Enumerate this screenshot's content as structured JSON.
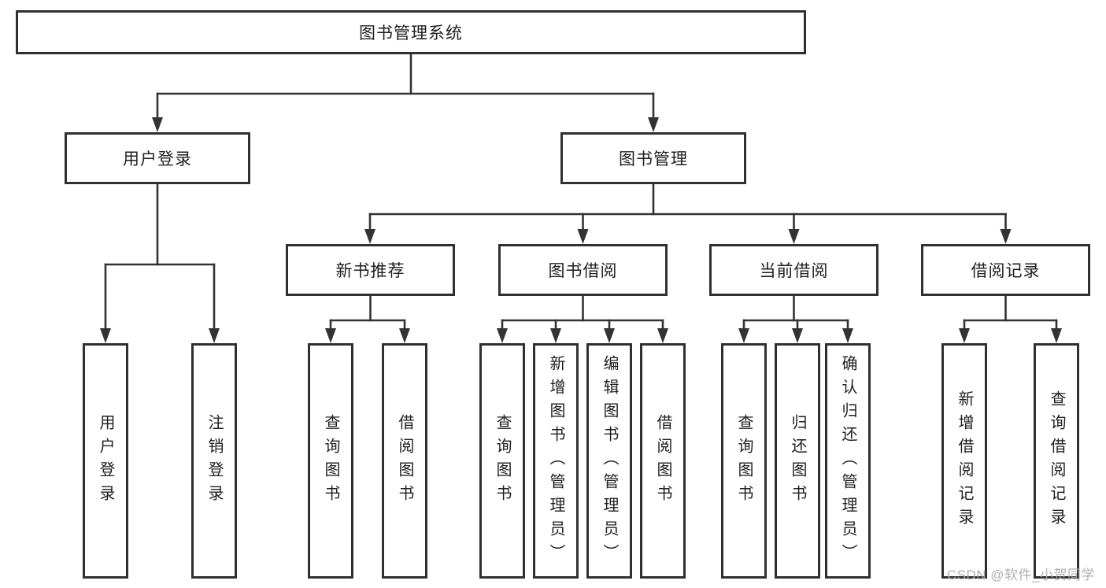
{
  "diagram": {
    "tree": {
      "label": "图书管理系统",
      "children": [
        {
          "label": "用户登录",
          "children": [
            {
              "label": "用户登录"
            },
            {
              "label": "注销登录"
            }
          ]
        },
        {
          "label": "图书管理",
          "children": [
            {
              "label": "新书推荐",
              "children": [
                {
                  "label": "查询图书"
                },
                {
                  "label": "借阅图书"
                }
              ]
            },
            {
              "label": "图书借阅",
              "children": [
                {
                  "label": "查询图书"
                },
                {
                  "label": "新增图书（管理员）"
                },
                {
                  "label": "编辑图书（管理员）"
                },
                {
                  "label": "借阅图书"
                }
              ]
            },
            {
              "label": "当前借阅",
              "children": [
                {
                  "label": "查询图书"
                },
                {
                  "label": "归还图书"
                },
                {
                  "label": "确认归还（管理员）"
                }
              ]
            },
            {
              "label": "借阅记录",
              "children": [
                {
                  "label": "新增借阅记录"
                },
                {
                  "label": "查询借阅记录"
                }
              ]
            }
          ]
        }
      ]
    },
    "colors": {
      "line": "#333333",
      "box_border": "#303030",
      "box_fill": "#ffffff",
      "text": "#1f1f1f",
      "watermark": "#ababab",
      "background": "#ffffff"
    }
  },
  "watermark": {
    "text": "CSDN @软件_小贺同学"
  }
}
